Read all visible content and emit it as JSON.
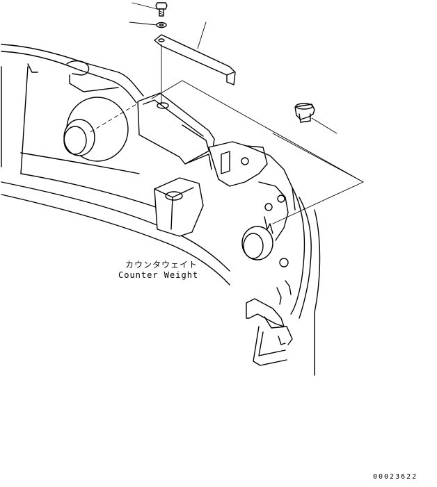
{
  "labels": {
    "part_name_jp": "カウンタウェイト",
    "part_name_en": "Counter Weight",
    "drawing_code": "00023622"
  },
  "colors": {
    "line": "#000000",
    "background": "#ffffff"
  }
}
